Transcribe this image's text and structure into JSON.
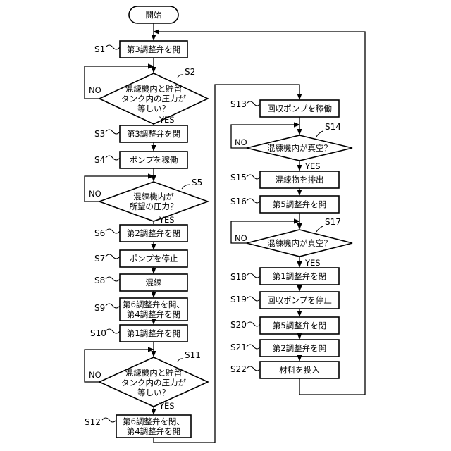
{
  "start": "開始",
  "steps": {
    "s1": {
      "id": "S1",
      "lines": [
        "第3調整弁を開"
      ]
    },
    "s2": {
      "id": "S2",
      "lines": [
        "混練機内と貯留",
        "タンク内の圧力が",
        "等しい？"
      ],
      "yes": "YES",
      "no": "NO"
    },
    "s3": {
      "id": "S3",
      "lines": [
        "第3調整弁を閉"
      ]
    },
    "s4": {
      "id": "S4",
      "lines": [
        "ポンプを稼働"
      ]
    },
    "s5": {
      "id": "S5",
      "lines": [
        "混練機内が",
        "所望の圧力？"
      ],
      "yes": "YES",
      "no": "NO"
    },
    "s6": {
      "id": "S6",
      "lines": [
        "第2調整弁を閉"
      ]
    },
    "s7": {
      "id": "S7",
      "lines": [
        "ポンプを停止"
      ]
    },
    "s8": {
      "id": "S8",
      "lines": [
        "混練"
      ]
    },
    "s9": {
      "id": "S9",
      "lines": [
        "第6調整弁を開、",
        "第4調整弁を閉"
      ]
    },
    "s10": {
      "id": "S10",
      "lines": [
        "第1調整弁を開"
      ]
    },
    "s11": {
      "id": "S11",
      "lines": [
        "混練機内と貯留",
        "タンク内の圧力が",
        "等しい？"
      ],
      "yes": "YES",
      "no": "NO"
    },
    "s12": {
      "id": "S12",
      "lines": [
        "第6調整弁を閉、",
        "第4調整弁を開"
      ]
    },
    "s13": {
      "id": "S13",
      "lines": [
        "回収ポンプを稼働"
      ]
    },
    "s14": {
      "id": "S14",
      "lines": [
        "混練機内が真空？"
      ],
      "yes": "YES",
      "no": "NO"
    },
    "s15": {
      "id": "S15",
      "lines": [
        "混練物を排出"
      ]
    },
    "s16": {
      "id": "S16",
      "lines": [
        "第5調整弁を開"
      ]
    },
    "s17": {
      "id": "S17",
      "lines": [
        "混練機内が真空？"
      ],
      "yes": "YES",
      "no": "NO"
    },
    "s18": {
      "id": "S18",
      "lines": [
        "第1調整弁を閉"
      ]
    },
    "s19": {
      "id": "S19",
      "lines": [
        "回収ポンプを停止"
      ]
    },
    "s20": {
      "id": "S20",
      "lines": [
        "第5調整弁を閉"
      ]
    },
    "s21": {
      "id": "S21",
      "lines": [
        "第2調整弁を開"
      ]
    },
    "s22": {
      "id": "S22",
      "lines": [
        "材料を投入"
      ]
    }
  }
}
